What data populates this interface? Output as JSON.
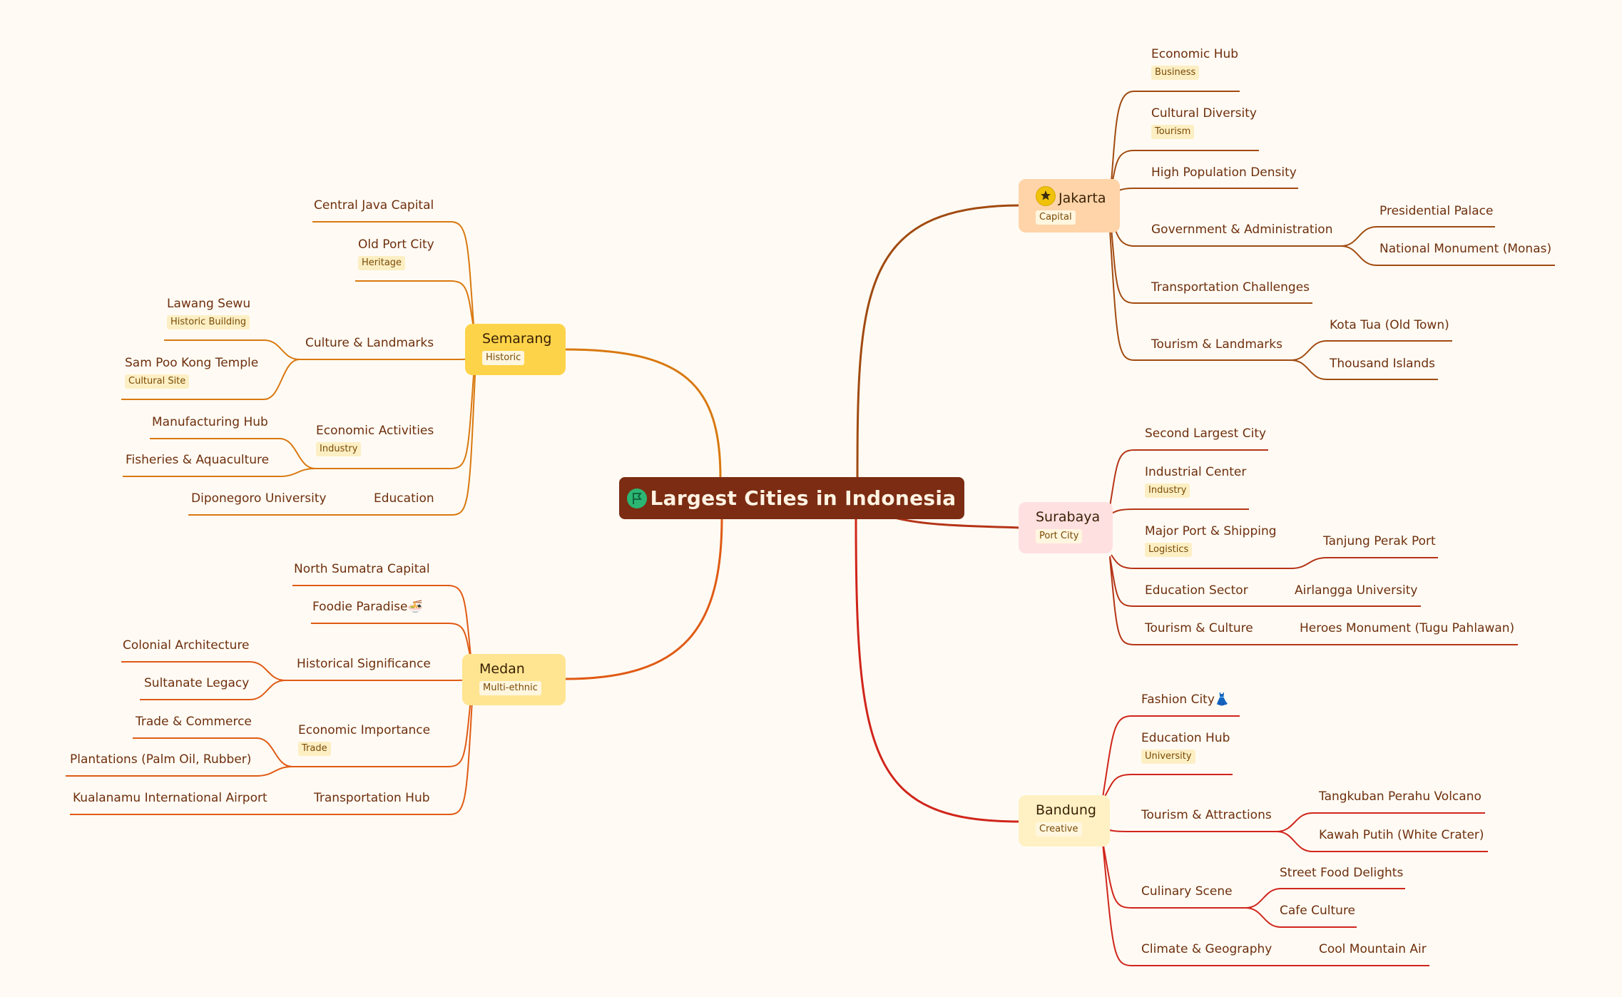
{
  "title": "Largest Cities in Indonesia",
  "colors": {
    "root_bg": "#7b2c12",
    "jakarta": "#a14a10",
    "surabaya": "#b53417",
    "bandung": "#d0251b",
    "semarang": "#d9780f",
    "medan": "#e05a14"
  },
  "branches": {
    "jakarta": {
      "label": "Jakarta",
      "tag": "Capital",
      "icon": "star-icon",
      "children": {
        "economic_hub": {
          "label": "Economic Hub",
          "tag": "Business"
        },
        "cultural_diversity": {
          "label": "Cultural Diversity",
          "tag": "Tourism"
        },
        "population": {
          "label": "High Population Density"
        },
        "government": {
          "label": "Government & Administration",
          "children": [
            "Presidential Palace",
            "National Monument (Monas)"
          ]
        },
        "transportation": {
          "label": "Transportation Challenges"
        },
        "tourism": {
          "label": "Tourism & Landmarks",
          "children": [
            "Kota Tua (Old Town)",
            "Thousand Islands"
          ]
        }
      }
    },
    "surabaya": {
      "label": "Surabaya",
      "tag": "Port City",
      "children": {
        "second": {
          "label": "Second Largest City"
        },
        "industrial": {
          "label": "Industrial Center",
          "tag": "Industry"
        },
        "port": {
          "label": "Major Port & Shipping",
          "tag": "Logistics",
          "children": [
            "Tanjung Perak Port"
          ]
        },
        "education": {
          "label": "Education Sector",
          "children": [
            "Airlangga University"
          ]
        },
        "tourism": {
          "label": "Tourism & Culture",
          "children": [
            "Heroes Monument (Tugu Pahlawan)"
          ]
        }
      }
    },
    "bandung": {
      "label": "Bandung",
      "tag": "Creative",
      "children": {
        "fashion": {
          "label": "Fashion City👗"
        },
        "education": {
          "label": "Education Hub",
          "tag": "University"
        },
        "tourism": {
          "label": "Tourism & Attractions",
          "children": [
            "Tangkuban Perahu Volcano",
            "Kawah Putih (White Crater)"
          ]
        },
        "culinary": {
          "label": "Culinary Scene",
          "children": [
            "Street Food Delights",
            "Cafe Culture"
          ]
        },
        "climate": {
          "label": "Climate & Geography",
          "children": [
            "Cool Mountain Air"
          ]
        }
      }
    },
    "semarang": {
      "label": "Semarang",
      "tag": "Historic",
      "children": {
        "capital": {
          "label": "Central Java Capital"
        },
        "old_port": {
          "label": "Old Port City",
          "tag": "Heritage"
        },
        "culture": {
          "label": "Culture & Landmarks",
          "children": [
            {
              "label": "Lawang Sewu",
              "tag": "Historic Building"
            },
            {
              "label": "Sam Poo Kong Temple",
              "tag": "Cultural Site"
            }
          ]
        },
        "economic": {
          "label": "Economic Activities",
          "tag": "Industry",
          "children": [
            "Manufacturing Hub",
            "Fisheries & Aquaculture"
          ]
        },
        "education": {
          "label": "Education",
          "children": [
            "Diponegoro University"
          ]
        }
      }
    },
    "medan": {
      "label": "Medan",
      "tag": "Multi-ethnic",
      "children": {
        "capital": {
          "label": "North Sumatra Capital"
        },
        "foodie": {
          "label": "Foodie Paradise🍜"
        },
        "historical": {
          "label": "Historical Significance",
          "children": [
            "Colonial Architecture",
            "Sultanate Legacy"
          ]
        },
        "economic": {
          "label": "Economic Importance",
          "tag": "Trade",
          "children": [
            "Trade & Commerce",
            "Plantations (Palm Oil, Rubber)"
          ]
        },
        "transport": {
          "label": "Transportation Hub",
          "children": [
            "Kualanamu International Airport"
          ]
        }
      }
    }
  }
}
